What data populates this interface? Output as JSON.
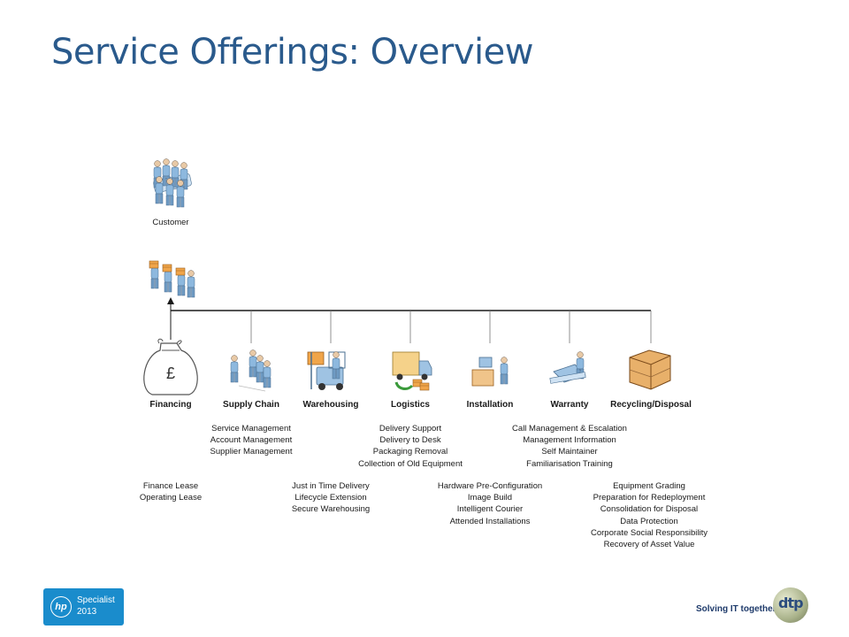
{
  "page": {
    "title": "Service Offerings: Overview"
  },
  "diagram": {
    "customer_label": "Customer",
    "categories": [
      {
        "label": "Financing",
        "icon": "money-bag-icon"
      },
      {
        "label": "Supply Chain",
        "icon": "people-icon"
      },
      {
        "label": "Warehousing",
        "icon": "forklift-icon"
      },
      {
        "label": "Logistics",
        "icon": "delivery-truck-icon"
      },
      {
        "label": "Installation",
        "icon": "installer-icon"
      },
      {
        "label": "Warranty",
        "icon": "technician-icon"
      },
      {
        "label": "Recycling/Disposal",
        "icon": "crate-icon"
      }
    ],
    "financing_label": {
      "symbol": "£"
    },
    "services": {
      "supply_chain": [
        "Service Management",
        "Account Management",
        "Supplier Management"
      ],
      "logistics": [
        "Delivery Support",
        "Delivery to Desk",
        "Packaging Removal",
        "Collection of Old Equipment"
      ],
      "warranty": [
        "Call Management & Escalation",
        "Management Information",
        "Self Maintainer",
        "Familiarisation Training"
      ],
      "financing": [
        "Finance Lease",
        "Operating Lease"
      ],
      "warehousing": [
        "Just in Time Delivery",
        "Lifecycle Extension",
        "Secure Warehousing"
      ],
      "installation": [
        "Hardware Pre-Configuration",
        "Image Build",
        "Intelligent Courier",
        "Attended Installations"
      ],
      "recycling": [
        "Equipment Grading",
        "Preparation for Redeployment",
        "Consolidation for Disposal",
        "Data Protection",
        "Corporate Social Responsibility",
        "Recovery of Asset Value"
      ]
    }
  },
  "footer": {
    "badge_logo": "hp",
    "badge_line1": "Specialist",
    "badge_line2": "2013",
    "tagline": "Solving IT together",
    "company_logo": "dtp"
  },
  "colors": {
    "title": "#2a5a8c",
    "badge": "#1a8ccc",
    "line": "#1a1a1a"
  }
}
